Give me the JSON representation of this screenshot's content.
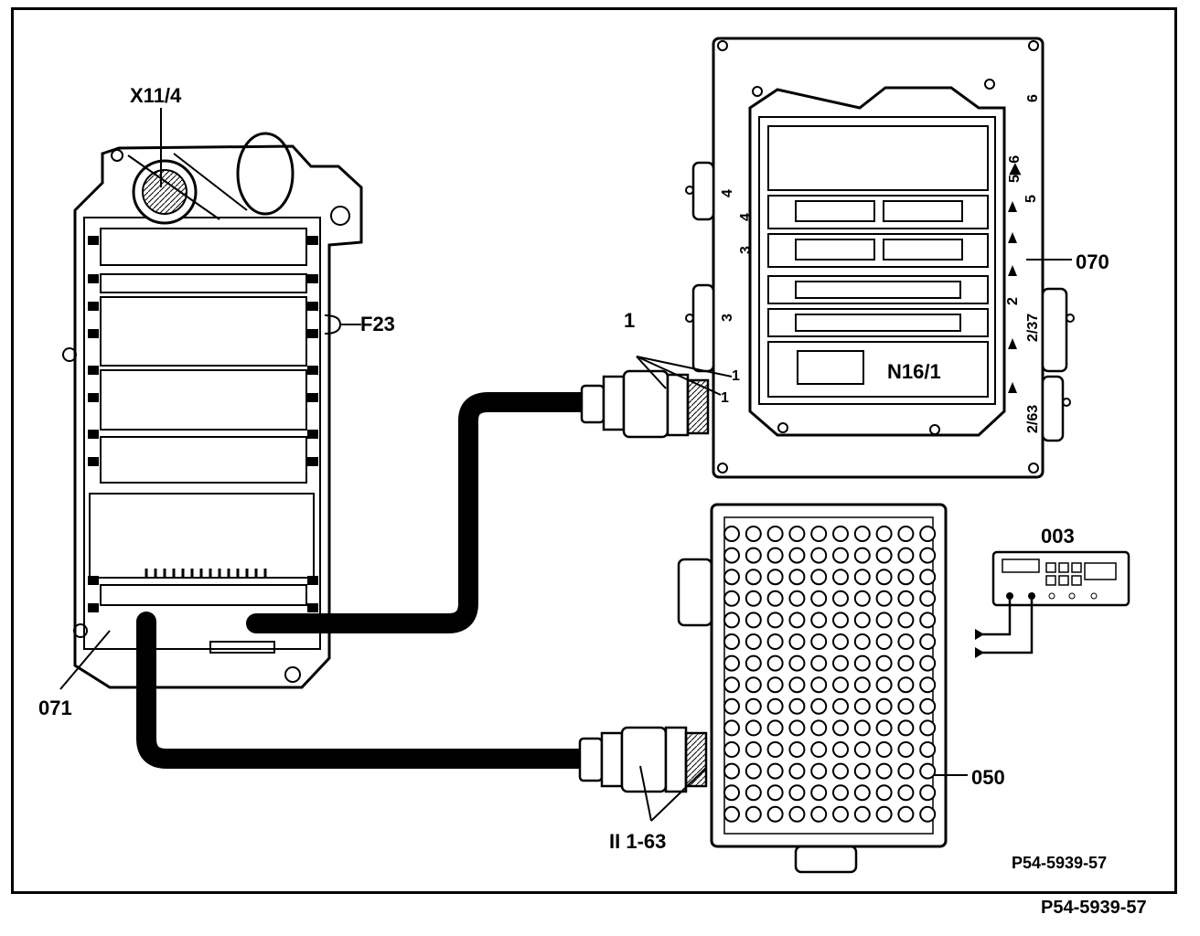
{
  "labels": {
    "x11_4": "X11/4",
    "f23": "F23",
    "label_071": "071",
    "label_1": "1",
    "label_070": "070",
    "n16_1": "N16/1",
    "label_003": "003",
    "label_050": "050",
    "ii_1_63": "II 1-63",
    "ref_inner": "P54-5939-57",
    "ref_outer": "P54-5939-57"
  },
  "module_070_slot_labels": {
    "left": [
      "4",
      "4",
      "3",
      "3"
    ],
    "right": [
      "6",
      "5▶6",
      "5",
      "2",
      "2/37",
      "2/63"
    ],
    "connector_ones": [
      "1",
      "1"
    ]
  },
  "breakout_box": {
    "rows": 14,
    "cols": 10
  }
}
